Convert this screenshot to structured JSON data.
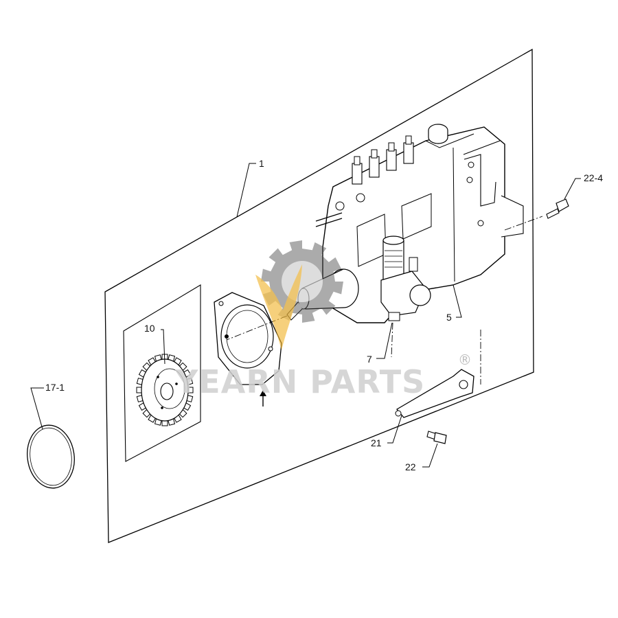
{
  "diagram": {
    "callouts": [
      {
        "id": "c1",
        "label": "1"
      },
      {
        "id": "c22_4",
        "label": "22-4"
      },
      {
        "id": "c10",
        "label": "10"
      },
      {
        "id": "c5",
        "label": "5"
      },
      {
        "id": "c7",
        "label": "7"
      },
      {
        "id": "c17_1",
        "label": "17-1"
      },
      {
        "id": "c21",
        "label": "21"
      },
      {
        "id": "c22",
        "label": "22"
      }
    ]
  },
  "watermark": {
    "brand": "YEARN PARTS",
    "registered": "®",
    "gear_color": "#4b4b4b",
    "flame_color": "#f2b632",
    "text_color": "#cfcfcf"
  }
}
